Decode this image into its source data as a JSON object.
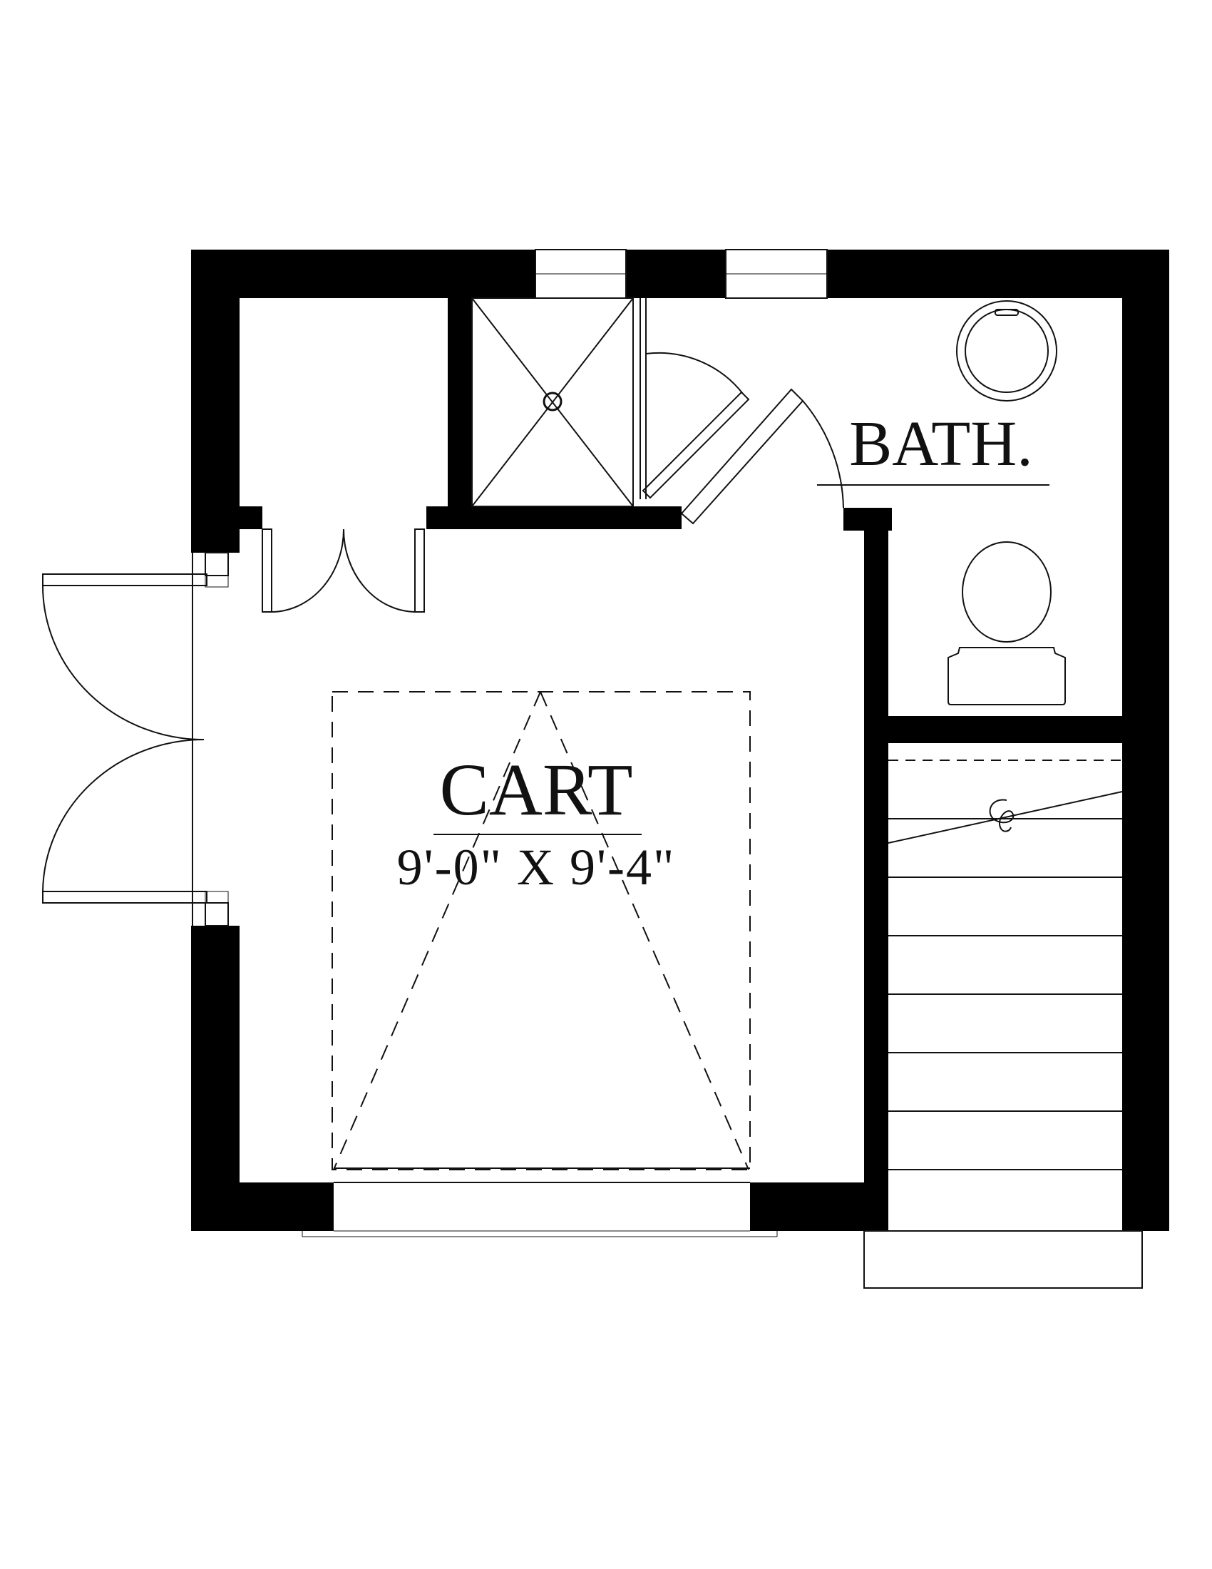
{
  "rooms": {
    "bath": {
      "label": "BATH."
    },
    "cart": {
      "label": "CART",
      "dimensions": "9'-0\" X 9'-4\""
    }
  },
  "colors": {
    "wall": "#000000",
    "line": "#111111",
    "background": "#ffffff"
  }
}
